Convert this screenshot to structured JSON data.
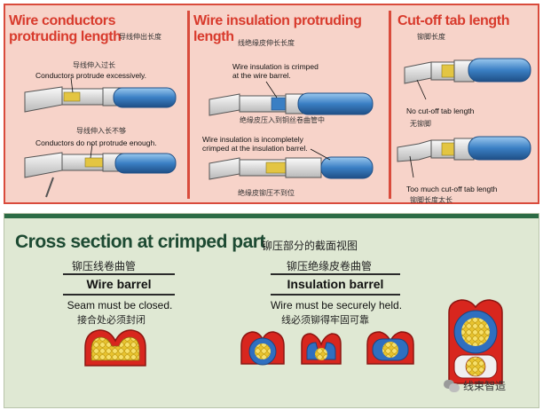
{
  "top": {
    "panel1": {
      "title_line1": "Wire conductors",
      "title_line2": "protruding length",
      "title_cn": "导线伸出长度",
      "cn_excessive": "导线伸入过长",
      "caption_excessive": "Conductors protrude excessively.",
      "cn_not_enough": "导线伸入长不够",
      "caption_not_enough": "Conductors do not protrude enough."
    },
    "panel2": {
      "title_line1": "Wire insulation protruding",
      "title_line2": "length",
      "title_cn": "线绝缘皮伸长长度",
      "caption_crimped_line1": "Wire insulation is crimped",
      "caption_crimped_line2": "at the wire barrel.",
      "cn_crimped": "绝缘皮压入到铜丝卷曲管中",
      "caption_incomplete_line1": "Wire insulation is incompletely",
      "caption_incomplete_line2": "crimped at the insulation barrel.",
      "cn_incomplete": "绝缘皮铆压不到位"
    },
    "panel3": {
      "title": "Cut-off tab length",
      "title_cn": "铆脚长度",
      "caption_no_tab": "No cut-off tab length",
      "cn_no_tab": "无铆脚",
      "caption_too_much": "Too much cut-off tab length",
      "cn_too_much": "铆脚长度太长"
    }
  },
  "bottom": {
    "title": "Cross section at crimped part",
    "title_cn": "铆压部分的截面视图",
    "wire_barrel": {
      "cn": "铆压线卷曲管",
      "heading": "Wire barrel",
      "caption": "Seam must be closed.",
      "caption_cn": "接合处必须封闭"
    },
    "insulation_barrel": {
      "cn": "铆压绝缘皮卷曲管",
      "heading": "Insulation barrel",
      "caption": "Wire must be securely held.",
      "caption_cn": "线必须铆得牢固可靠"
    },
    "watermark": "线束智造"
  },
  "colors": {
    "accent_red": "#d83a2c",
    "panel_pink": "#f7d3c9",
    "panel_green": "#dfe8d3",
    "title_green": "#1d4a32",
    "conductor_yellow": "#f2d33a",
    "wire_blue": "#3a7fc4"
  }
}
